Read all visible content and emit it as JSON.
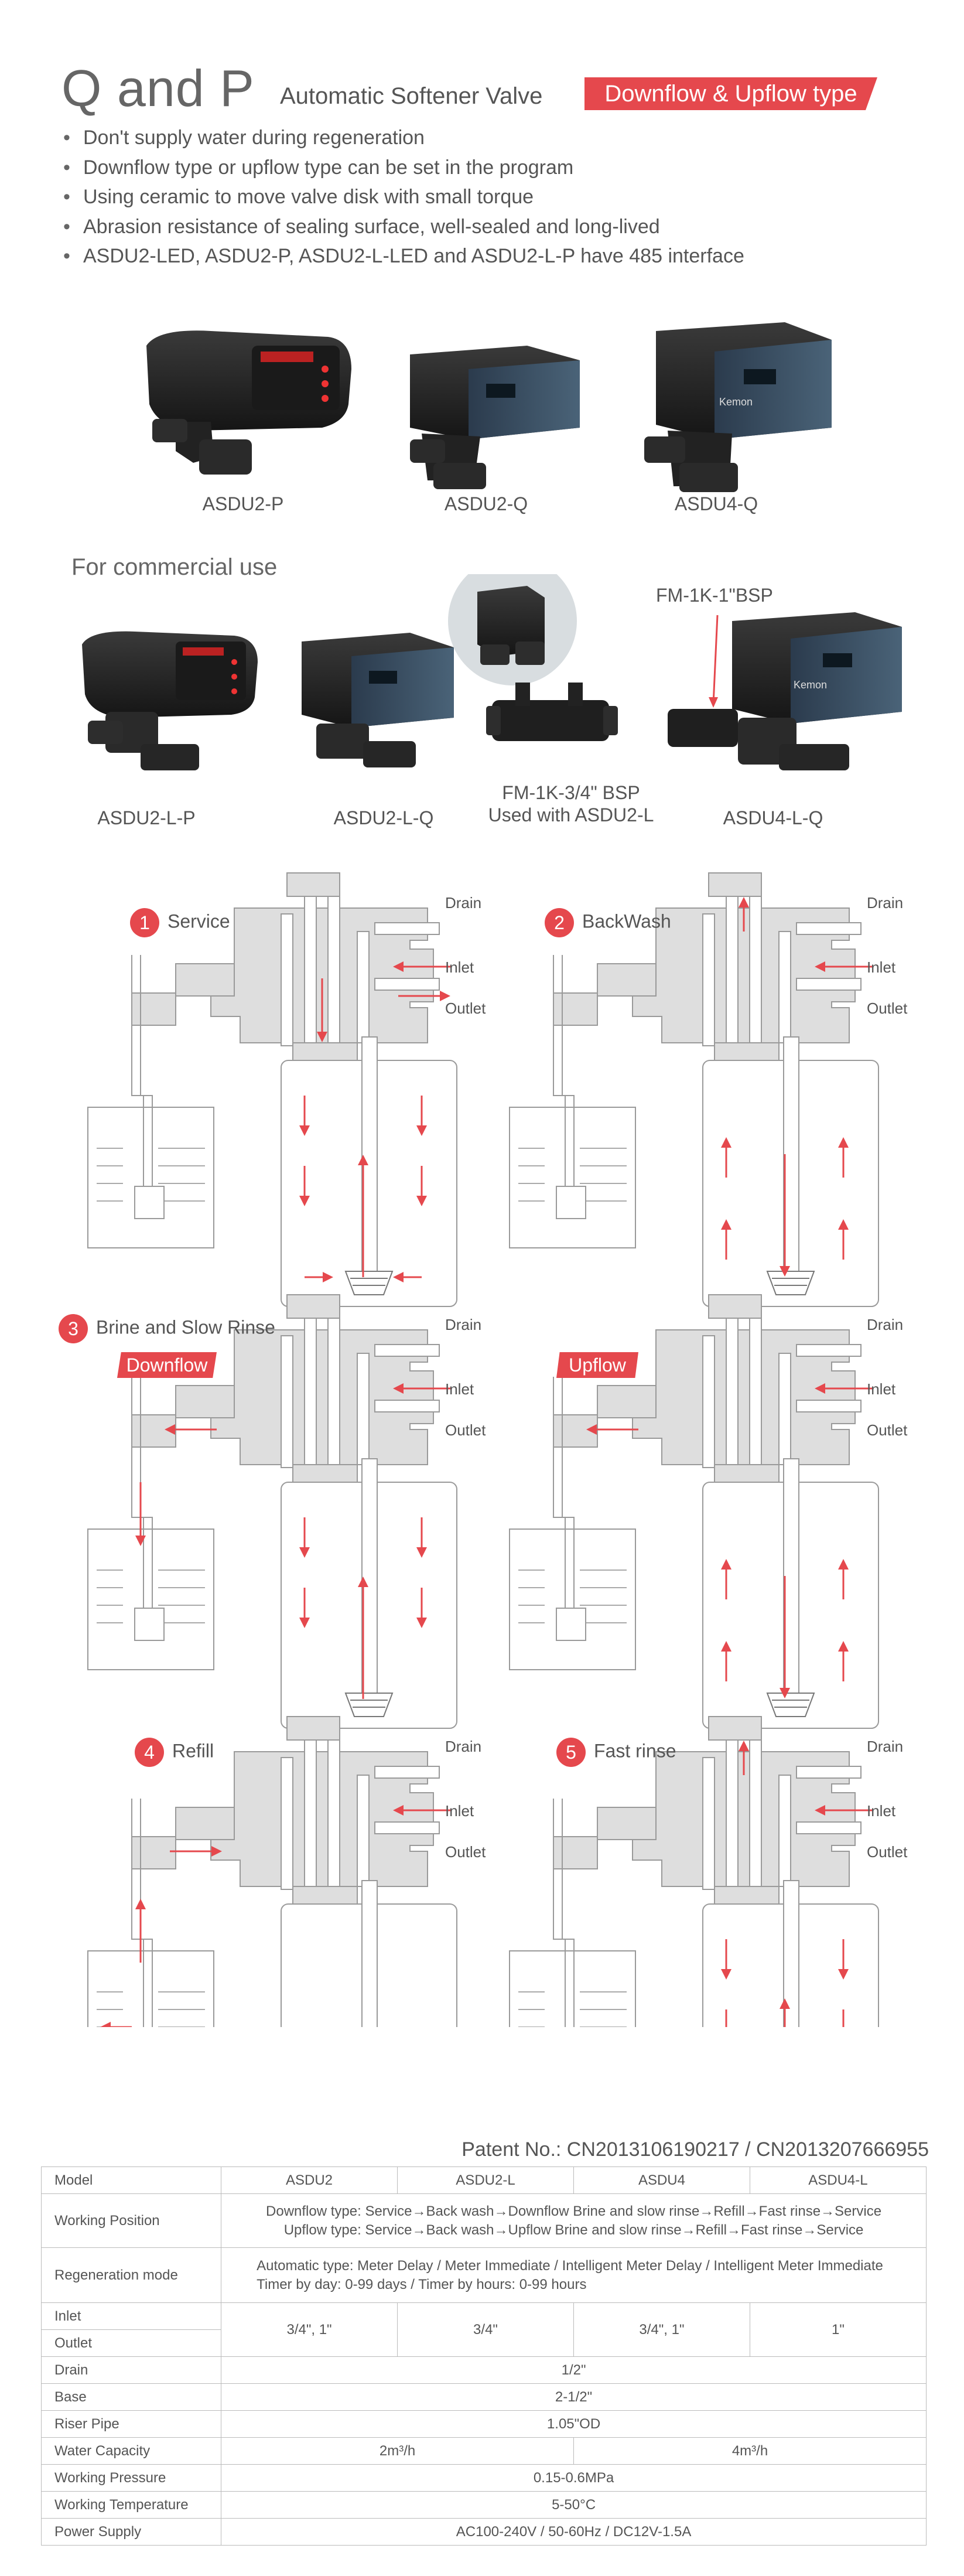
{
  "header": {
    "title_main": "Q and P",
    "title_sub": "Automatic Softener Valve",
    "badge": "Downflow & Upflow type"
  },
  "features": [
    "Don't supply water during regeneration",
    "Downflow type or upflow type can be set in the program",
    "Using ceramic to move valve disk with small torque",
    "Abrasion resistance of sealing surface, well-sealed and long-lived",
    "ASDU2-LED, ASDU2-P, ASDU2-L-LED and ASDU2-L-P have 485 interface"
  ],
  "products_row1": [
    "ASDU2-P",
    "ASDU2-Q",
    "ASDU4-Q"
  ],
  "commercial": {
    "heading": "For commercial use",
    "products": [
      "ASDU2-L-P",
      "ASDU2-L-Q",
      "ASDU4-L-Q"
    ],
    "meter_small_line1": "FM-1K-3/4\" BSP",
    "meter_small_line2": "Used with ASDU2-L",
    "meter_large": "FM-1K-1\"BSP",
    "brand": "Kemon"
  },
  "ports": {
    "drain": "Drain",
    "inlet": "Inlet",
    "outlet": "Outlet"
  },
  "steps": {
    "s1": {
      "num": "1",
      "name": "Service"
    },
    "s2": {
      "num": "2",
      "name": "BackWash"
    },
    "s3": {
      "num": "3",
      "name": "Brine and Slow Rinse"
    },
    "s3_down": "Downflow",
    "s3_up": "Upflow",
    "s4": {
      "num": "4",
      "name": "Refill"
    },
    "s5": {
      "num": "5",
      "name": "Fast rinse"
    }
  },
  "colors": {
    "accent": "#e5484d",
    "line": "#9a9a9a",
    "fill": "#dedede"
  },
  "patent": "Patent No.: CN2013106190217 / CN2013207666955",
  "spec": {
    "model_label": "Model",
    "models": [
      "ASDU2",
      "ASDU2-L",
      "ASDU4",
      "ASDU4-L"
    ],
    "position_label": "Working Position",
    "position_down": "Downflow type: Service→Back wash→Downflow Brine and slow rinse→Refill→Fast rinse→Service",
    "position_up": "Upflow type: Service→Back wash→Upflow Brine and slow rinse→Refill→Fast rinse→Service",
    "regen_label": "Regeneration mode",
    "regen_1": "Automatic type: Meter Delay / Meter Immediate / Intelligent Meter Delay / Intelligent Meter Immediate",
    "regen_2": "Timer by day: 0-99 days / Timer by hours: 0-99 hours",
    "inlet_label": "Inlet",
    "outlet_label": "Outlet",
    "io_values": [
      "3/4\", 1\"",
      "3/4\"",
      "3/4\", 1\"",
      "1\""
    ],
    "drain_label": "Drain",
    "drain": "1/2\"",
    "base_label": "Base",
    "base": "2-1/2\"",
    "riser_label": "Riser Pipe",
    "riser": "1.05\"OD",
    "capacity_label": "Water Capacity",
    "capacity_small": "2m³/h",
    "capacity_large": "4m³/h",
    "pressure_label": "Working Pressure",
    "pressure": "0.15-0.6MPa",
    "temp_label": "Working Temperature",
    "temp": "5-50°C",
    "power_label": "Power Supply",
    "power": "AC100-240V / 50-60Hz / DC12V-1.5A"
  }
}
